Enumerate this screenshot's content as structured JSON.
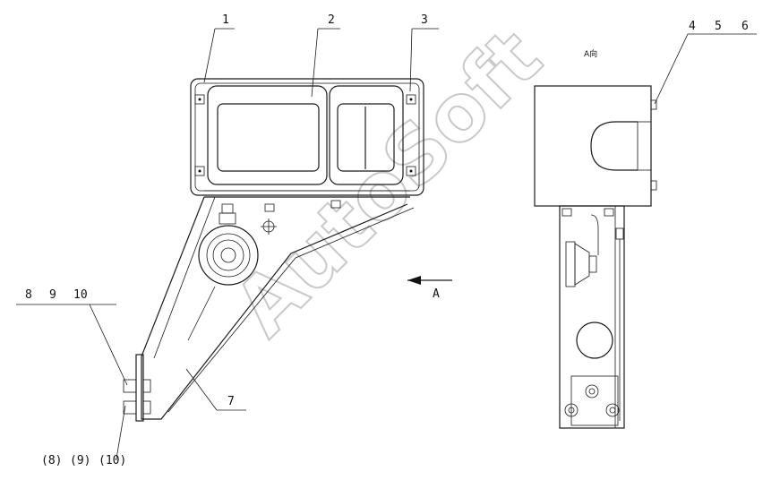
{
  "callouts": {
    "c1": "1",
    "c2": "2",
    "c3": "3",
    "c4": "4",
    "c5": "5",
    "c6": "6",
    "c7": "7",
    "c8": "8",
    "c9": "9",
    "c10": "10",
    "c8b": "(8)",
    "c9b": "(9)",
    "c10b": "(10)"
  },
  "view_label": "A向",
  "arrow_label": "A",
  "watermark": "AutoSoft"
}
